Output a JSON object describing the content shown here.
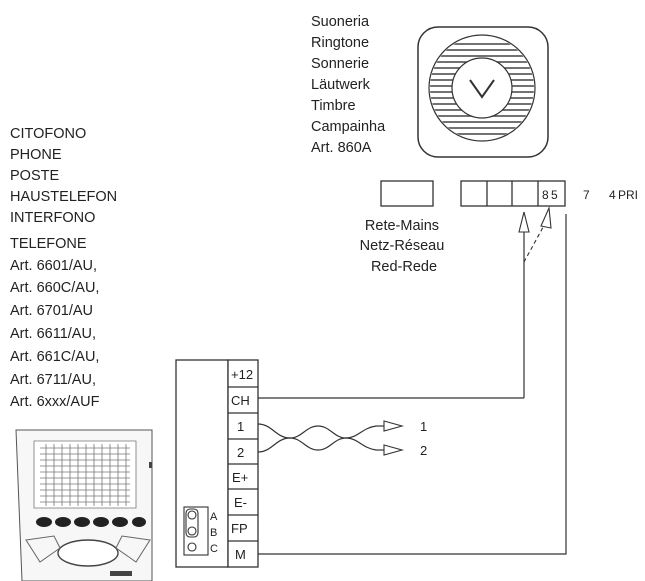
{
  "ringer": {
    "lines": [
      "Suoneria",
      "Ringtone",
      "Sonnerie",
      "Läutwerk",
      "Timbre",
      "Campainha",
      "Art. 860A"
    ]
  },
  "phone": {
    "lines": [
      "CITOFONO",
      "PHONE",
      "POSTE",
      "HAUSTELEFON",
      "INTERFONO",
      "TELEFONE",
      "Art. 6601/AU,",
      "Art. 660C/AU,",
      "Art. 6701/AU",
      "Art. 6611/AU,",
      "Art. 661C/AU,",
      "Art. 6711/AU,",
      "Art. 6xxx/AUF"
    ]
  },
  "mains": {
    "lines": [
      "Rete-Mains",
      "Netz-Réseau",
      "Red-Rede"
    ]
  },
  "terminal_strip": {
    "labels": [
      "8",
      "5",
      "7",
      "4",
      "PRI"
    ]
  },
  "terminal_block": {
    "terminals": [
      "+12",
      "CH",
      "1",
      "2",
      "E+",
      "E-",
      "FP",
      "M"
    ]
  },
  "jumper": {
    "labels": [
      "A",
      "B",
      "C"
    ]
  },
  "outputs": {
    "labels": [
      "1",
      "2"
    ]
  }
}
